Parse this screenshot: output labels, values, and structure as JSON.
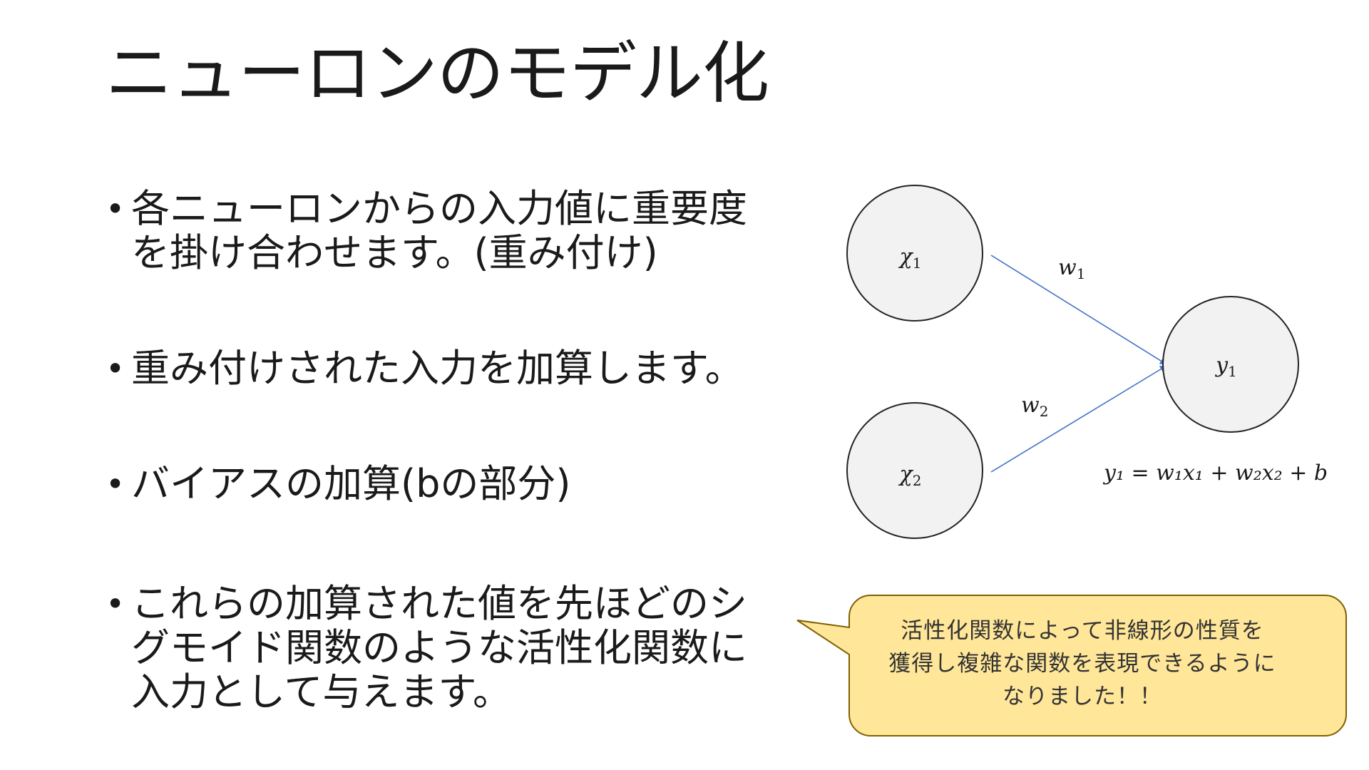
{
  "slide": {
    "title": "ニューロンのモデル化",
    "bullets": [
      {
        "marker": "•",
        "lines": [
          "各ニューロンからの入力値に重要度",
          "を掛け合わせます。(重み付け)"
        ]
      },
      {
        "marker": "•",
        "lines": [
          "重み付けされた入力を加算します。"
        ]
      },
      {
        "marker": "•",
        "lines": [
          "バイアスの加算(bの部分)"
        ]
      },
      {
        "marker": "•",
        "lines": [
          "これらの加算された値を先ほどのシ",
          "グモイド関数のような活性化関数に",
          "入力として与えます。"
        ]
      }
    ]
  },
  "diagram": {
    "nodes": {
      "x1": {
        "symbol": "χ",
        "subscript": "1"
      },
      "x2": {
        "symbol": "χ",
        "subscript": "2"
      },
      "y1": {
        "symbol": "y",
        "subscript": "1"
      }
    },
    "weights": {
      "w1": {
        "symbol": "w",
        "subscript": "1"
      },
      "w2": {
        "symbol": "w",
        "subscript": "2"
      }
    },
    "formula": "y₁ = w₁x₁ + w₂x₂ + b",
    "colors": {
      "node_fill": "#f2f2f2",
      "node_stroke": "#222222",
      "edge": "#4472c4"
    }
  },
  "callout": {
    "lines": [
      "活性化関数によって非線形の性質を",
      "獲得し複雑な関数を表現できるように",
      "なりました！！"
    ],
    "colors": {
      "fill": "#ffe699",
      "stroke": "#7f6000"
    }
  }
}
